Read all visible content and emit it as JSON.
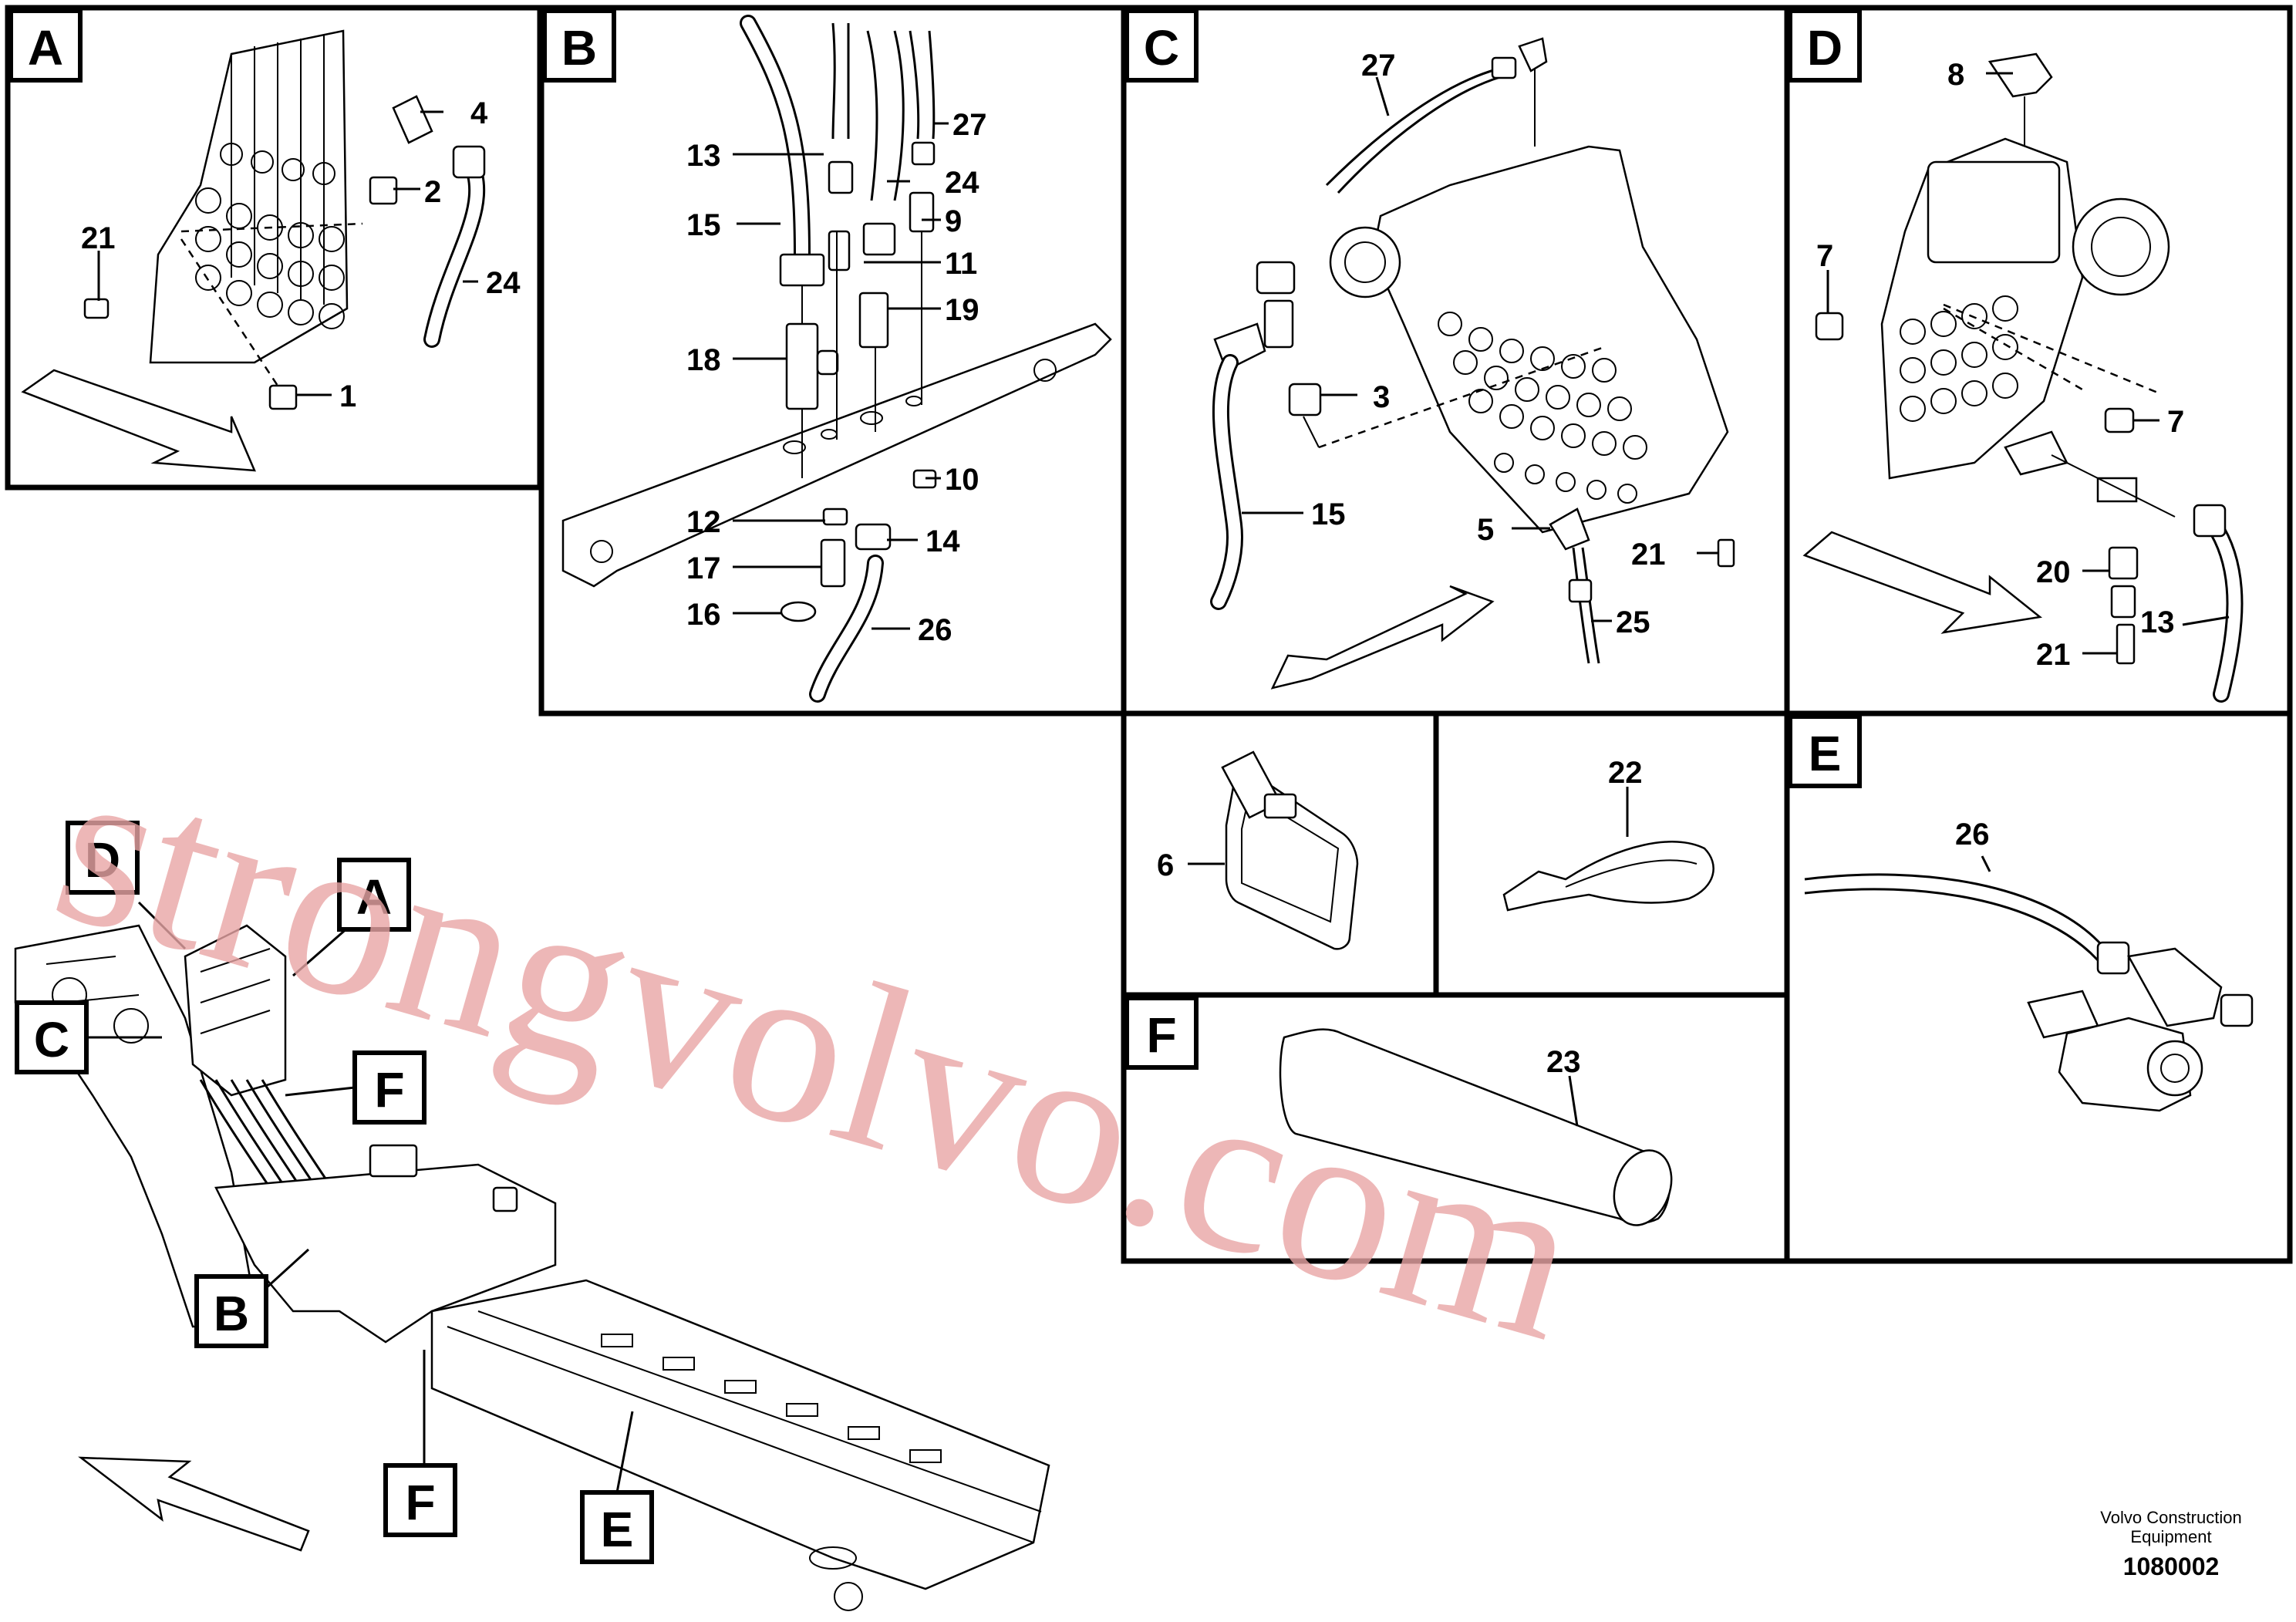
{
  "panels": {
    "A": {
      "letter": "A",
      "callouts": [
        "4",
        "2",
        "21",
        "24",
        "1"
      ]
    },
    "B": {
      "letter": "B",
      "callouts": [
        "27",
        "13",
        "24",
        "15",
        "9",
        "11",
        "19",
        "18",
        "10",
        "12",
        "14",
        "17",
        "16",
        "26"
      ]
    },
    "C": {
      "letter": "C",
      "callouts": [
        "27",
        "3",
        "15",
        "5",
        "21",
        "25"
      ]
    },
    "D": {
      "letter": "D",
      "callouts": [
        "8",
        "7",
        "7",
        "20",
        "21",
        "13"
      ]
    },
    "six": {
      "callouts": [
        "6"
      ]
    },
    "twentytwo": {
      "callouts": [
        "22"
      ]
    },
    "E": {
      "letter": "E",
      "callouts": [
        "26"
      ]
    },
    "F": {
      "letter": "F",
      "callouts": [
        "23"
      ]
    }
  },
  "overview": {
    "labels": [
      "D",
      "A",
      "C",
      "F",
      "B",
      "F",
      "E"
    ]
  },
  "watermark": "strongvolvo.com",
  "footer": {
    "company": "Volvo Construction",
    "company2": "Equipment",
    "drawing_number": "1080002"
  }
}
